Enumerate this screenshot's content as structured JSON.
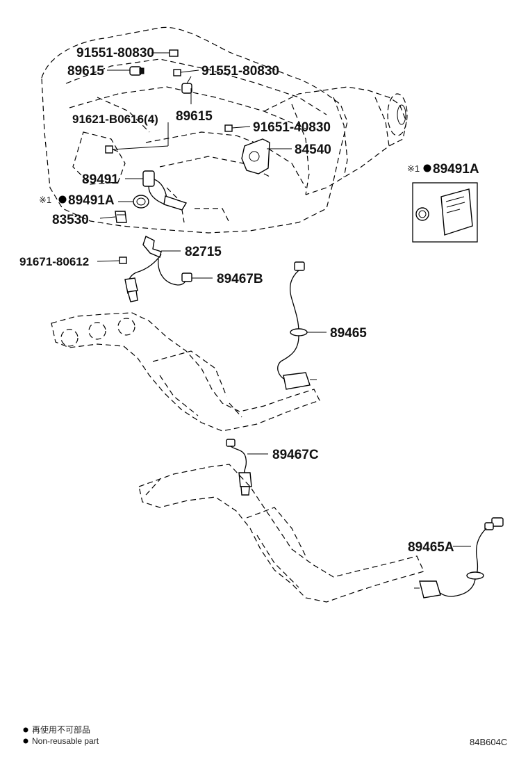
{
  "part_labels": {
    "p91551_top": "91551-80830",
    "p89615_left": "89615",
    "p91551_right": "91551-80830",
    "p89615_mid": "89615",
    "p91621": "91621-B0616(4)",
    "p91651": "91651-40830",
    "p84540": "84540",
    "p89491": "89491",
    "p89491A_left": "89491A",
    "p83530": "83530",
    "p89491A_box": "89491A",
    "p82715": "82715",
    "p91671": "91671-80612",
    "p89467B": "89467B",
    "p89465": "89465",
    "p89467C": "89467C",
    "p89465A": "89465A"
  },
  "marks": {
    "note_mark_left": "※1",
    "note_mark_box": "※1"
  },
  "legend": {
    "jp": "再使用不可部品",
    "en": "Non-reusable part"
  },
  "diagram_code": "84B604C"
}
